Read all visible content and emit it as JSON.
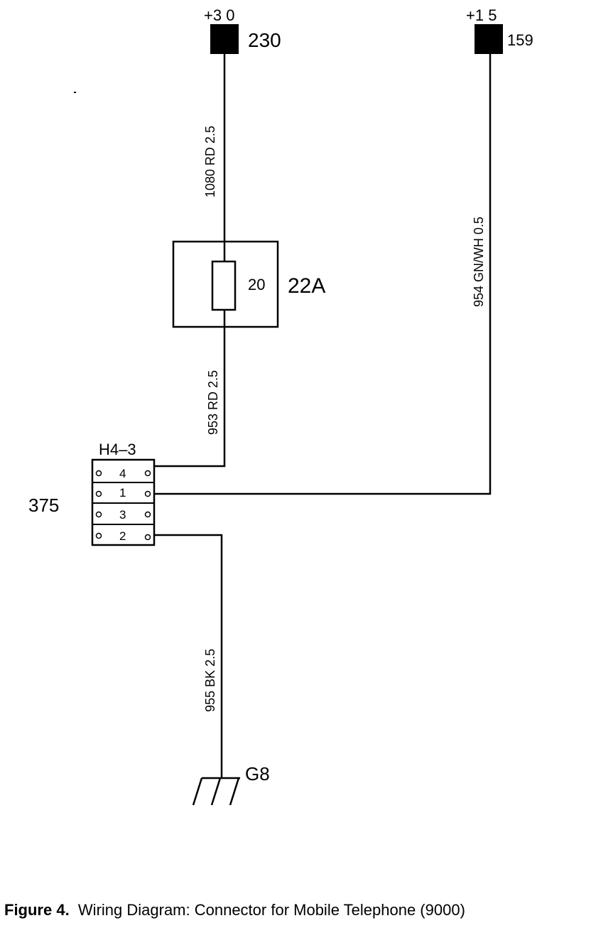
{
  "terminals": {
    "t30": {
      "supply": "+3 0",
      "id": "230"
    },
    "t15": {
      "supply": "+1 5",
      "id": "159"
    }
  },
  "wires": {
    "w1080": "1080  RD 2.5",
    "w953": "953  RD 2.5",
    "w954": "954  GN/WH  0.5",
    "w955": "955  BK 2.5"
  },
  "fuse": {
    "number": "20",
    "box_id": "22A"
  },
  "connector": {
    "name": "H4–3",
    "id": "375",
    "pins": [
      "4",
      "1",
      "3",
      "2"
    ]
  },
  "ground": {
    "id": "G8"
  },
  "caption": {
    "prefix": "Figure 4.",
    "text": "Wiring Diagram:  Connector for Mobile Telephone (9000)"
  }
}
